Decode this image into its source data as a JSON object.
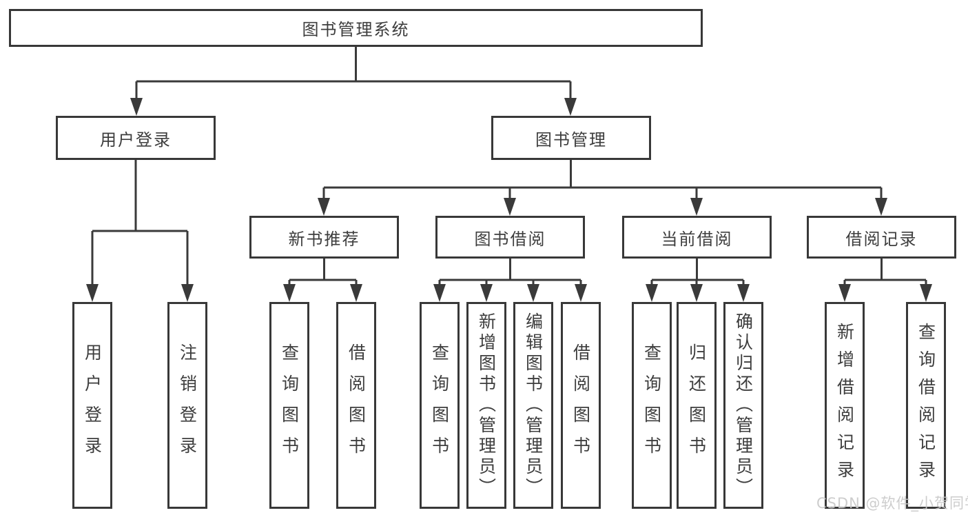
{
  "diagram": {
    "root": {
      "label": "图书管理系统"
    },
    "level2": [
      {
        "label": "用户登录"
      },
      {
        "label": "图书管理"
      }
    ],
    "level3": [
      {
        "label": "新书推荐"
      },
      {
        "label": "图书借阅"
      },
      {
        "label": "当前借阅"
      },
      {
        "label": "借阅记录"
      }
    ],
    "leaves": {
      "user_login": [
        {
          "label": "用户登录"
        },
        {
          "label": "注销登录"
        }
      ],
      "new_book_recommend": [
        {
          "label": "查询图书"
        },
        {
          "label": "借阅图书"
        }
      ],
      "book_borrow": [
        {
          "label": "查询图书"
        },
        {
          "label": "新增图书（管理员）"
        },
        {
          "label": "编辑图书（管理员）"
        },
        {
          "label": "借阅图书"
        }
      ],
      "current_borrow": [
        {
          "label": "查询图书"
        },
        {
          "label": "归还图书"
        },
        {
          "label": "确认归还（管理员）"
        }
      ],
      "borrow_records": [
        {
          "label": "新增借阅记录"
        },
        {
          "label": "查询借阅记录"
        }
      ]
    }
  },
  "watermark": {
    "text": "CSDN @软件_小贺同学"
  },
  "colors": {
    "line": "#3a3a3a",
    "box_border": "#383838",
    "text": "#3d3d3d",
    "background": "#ffffff",
    "watermark": "#c9c9c9"
  }
}
